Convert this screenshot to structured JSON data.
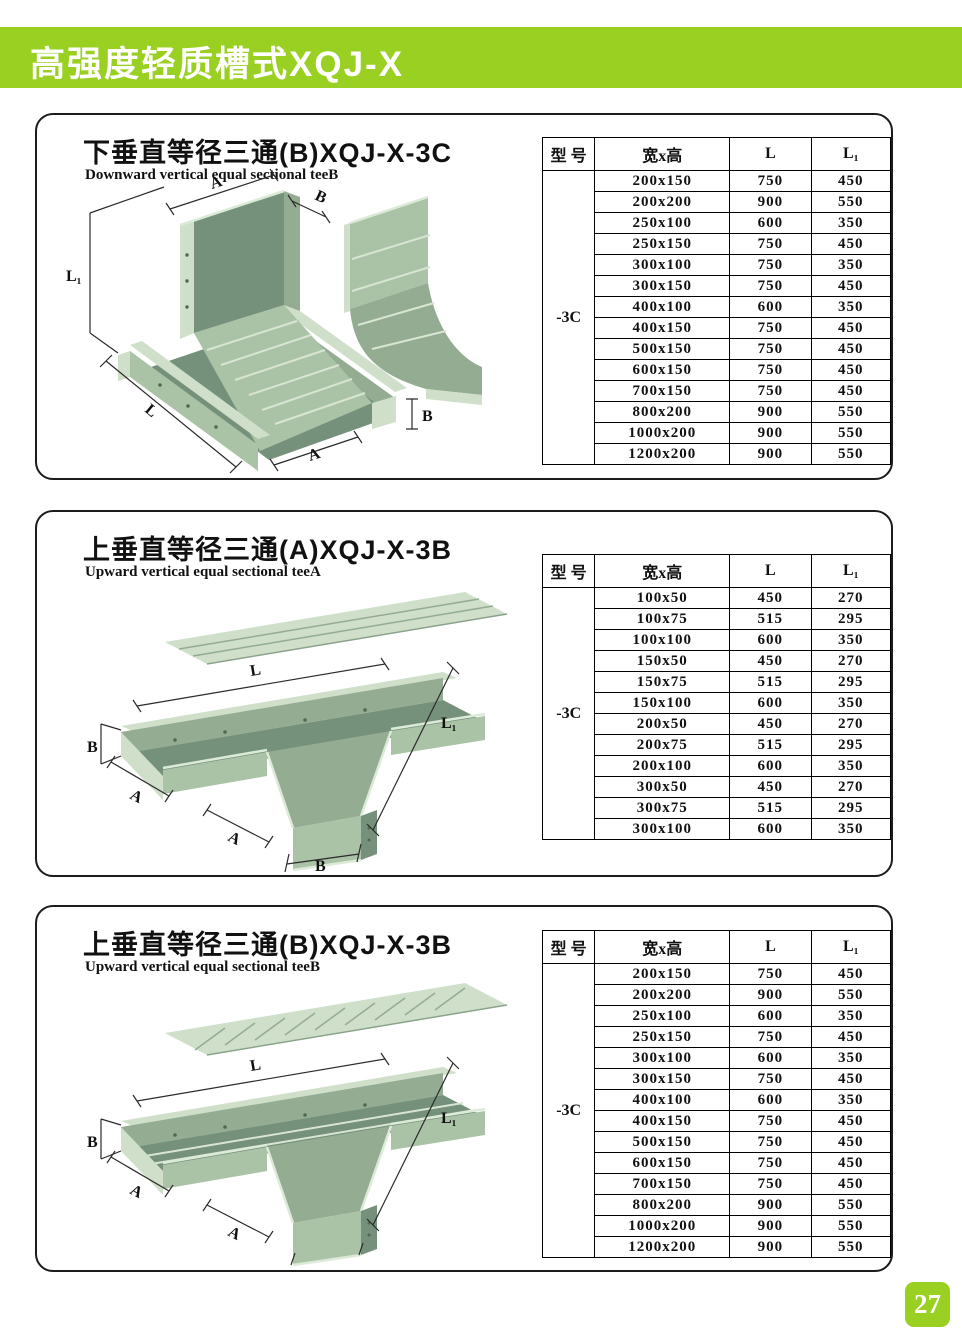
{
  "page": {
    "header_title": "高强度轻质槽式XQJ-X",
    "page_number": "27"
  },
  "colors": {
    "accent_green": "#99d021",
    "tray_light": "#cfdfc9",
    "tray_dark": "#75917b"
  },
  "sections": [
    {
      "title": "下垂直等径三通(B)XQJ-X-3C",
      "subtitle": "Downward vertical equal sectional teeB",
      "diagram": {
        "labels": {
          "l1": "L₁",
          "a_top": "A",
          "b_top": "B",
          "l": "L",
          "b_right": "B",
          "a_bottom": "A"
        }
      },
      "table": {
        "headers": [
          "型 号",
          "宽x高",
          "L",
          "L₁"
        ],
        "model": "-3C",
        "rows": [
          [
            "200x150",
            "750",
            "450"
          ],
          [
            "200x200",
            "900",
            "550"
          ],
          [
            "250x100",
            "600",
            "350"
          ],
          [
            "250x150",
            "750",
            "450"
          ],
          [
            "300x100",
            "750",
            "350"
          ],
          [
            "300x150",
            "750",
            "450"
          ],
          [
            "400x100",
            "600",
            "350"
          ],
          [
            "400x150",
            "750",
            "450"
          ],
          [
            "500x150",
            "750",
            "450"
          ],
          [
            "600x150",
            "750",
            "450"
          ],
          [
            "700x150",
            "750",
            "450"
          ],
          [
            "800x200",
            "900",
            "550"
          ],
          [
            "1000x200",
            "900",
            "550"
          ],
          [
            "1200x200",
            "900",
            "550"
          ]
        ]
      }
    },
    {
      "title": "上垂直等径三通(A)XQJ-X-3B",
      "subtitle": "Upward vertical equal sectional teeA",
      "diagram": {
        "labels": {
          "l": "L",
          "l1": "L₁",
          "b_left": "B",
          "a_left": "A",
          "a_bottom": "A",
          "b_bottom": "B"
        }
      },
      "table": {
        "headers": [
          "型 号",
          "宽x高",
          "L",
          "L₁"
        ],
        "model": "-3C",
        "rows": [
          [
            "100x50",
            "450",
            "270"
          ],
          [
            "100x75",
            "515",
            "295"
          ],
          [
            "100x100",
            "600",
            "350"
          ],
          [
            "150x50",
            "450",
            "270"
          ],
          [
            "150x75",
            "515",
            "295"
          ],
          [
            "150x100",
            "600",
            "350"
          ],
          [
            "200x50",
            "450",
            "270"
          ],
          [
            "200x75",
            "515",
            "295"
          ],
          [
            "200x100",
            "600",
            "350"
          ],
          [
            "300x50",
            "450",
            "270"
          ],
          [
            "300x75",
            "515",
            "295"
          ],
          [
            "300x100",
            "600",
            "350"
          ]
        ]
      }
    },
    {
      "title": "上垂直等径三通(B)XQJ-X-3B",
      "subtitle": "Upward vertical equal sectional teeB",
      "diagram": {
        "labels": {
          "l": "L",
          "l1": "L₁",
          "b_left": "B",
          "a_left": "A",
          "a_bottom": "A"
        }
      },
      "table": {
        "headers": [
          "型 号",
          "宽x高",
          "L",
          "L₁"
        ],
        "model": "-3C",
        "rows": [
          [
            "200x150",
            "750",
            "450"
          ],
          [
            "200x200",
            "900",
            "550"
          ],
          [
            "250x100",
            "600",
            "350"
          ],
          [
            "250x150",
            "750",
            "450"
          ],
          [
            "300x100",
            "600",
            "350"
          ],
          [
            "300x150",
            "750",
            "450"
          ],
          [
            "400x100",
            "600",
            "350"
          ],
          [
            "400x150",
            "750",
            "450"
          ],
          [
            "500x150",
            "750",
            "450"
          ],
          [
            "600x150",
            "750",
            "450"
          ],
          [
            "700x150",
            "750",
            "450"
          ],
          [
            "800x200",
            "900",
            "550"
          ],
          [
            "1000x200",
            "900",
            "550"
          ],
          [
            "1200x200",
            "900",
            "550"
          ]
        ]
      }
    }
  ]
}
